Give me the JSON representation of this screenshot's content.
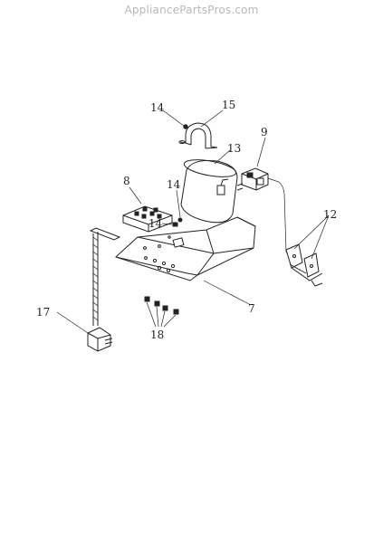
{
  "watermark": "AppliancePartsPros.com",
  "labels": {
    "l14a": "14",
    "l15": "15",
    "l13": "13",
    "l9": "9",
    "l8": "8",
    "l14b": "14",
    "l14c": "14",
    "l12": "12",
    "l7": "7",
    "l17": "17",
    "l18": "18"
  }
}
